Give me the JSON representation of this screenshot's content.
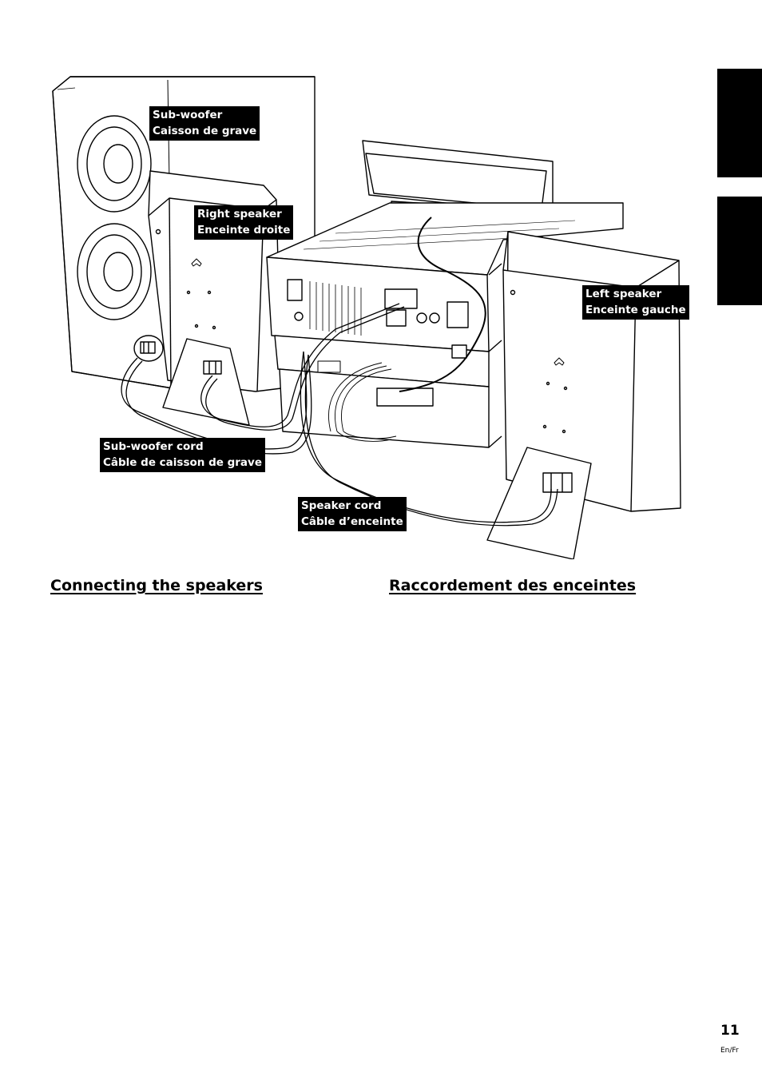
{
  "labels": {
    "subwoofer": {
      "line1": "Sub-woofer",
      "line2": "Caisson de grave"
    },
    "right_speaker": {
      "line1": "Right speaker",
      "line2": "Enceinte droite"
    },
    "left_speaker": {
      "line1": "Left speaker",
      "line2": "Enceinte gauche"
    },
    "subwoofer_cord": {
      "line1": "Sub-woofer cord",
      "line2": "Câble de caisson de grave"
    },
    "speaker_cord": {
      "line1": "Speaker cord",
      "line2": "Câble d’enceinte"
    }
  },
  "headings": {
    "english": "Connecting the speakers",
    "french": "Raccordement des enceintes"
  },
  "footer": {
    "page_number": "11",
    "language": "En/Fr"
  }
}
